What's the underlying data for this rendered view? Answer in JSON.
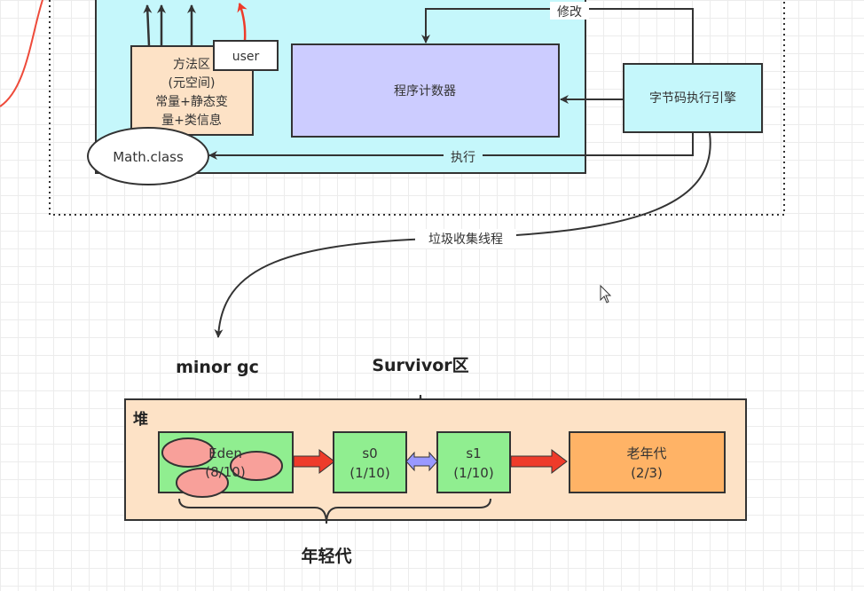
{
  "jvm": {
    "method_area": {
      "line1": "方法区",
      "line2": "(元空间)",
      "line3": "常量+静态变",
      "line4": "量+类信息"
    },
    "user_label": "user",
    "program_counter": "程序计数器",
    "bytecode_engine": "字节码执行引擎",
    "math_class": "Math.class",
    "modify_label": "修改",
    "execute_label": "执行",
    "gc_thread_label": "垃圾收集线程"
  },
  "heap": {
    "title": "堆",
    "minor_gc": "minor gc",
    "survivor_label": "Survivor区",
    "young_gen_label": "年轻代",
    "eden": {
      "name": "Eden",
      "ratio": "(8/10)"
    },
    "s0": {
      "name": "s0",
      "ratio": "(1/10)"
    },
    "s1": {
      "name": "s1",
      "ratio": "(1/10)"
    },
    "old_gen": {
      "name": "老年代",
      "ratio": "(2/3)"
    }
  },
  "colors": {
    "cyan": "#c5f7fb",
    "method_area": "#fde2c6",
    "pc": "#ccccff",
    "green": "#90ee90",
    "old": "#ffb366",
    "heap": "#fde2c6",
    "object": "#f8a09a",
    "red_arrow": "#ee3b2a",
    "swap_arrow": "#9999ff"
  }
}
